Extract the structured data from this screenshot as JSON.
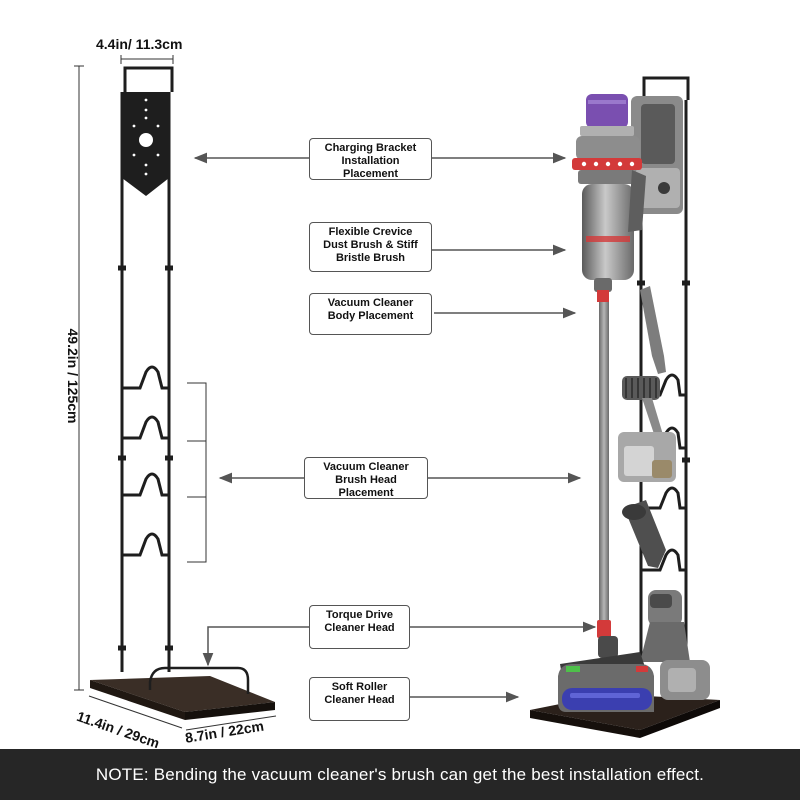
{
  "dimensions": {
    "width": "4.4in/ 11.3cm",
    "height": "49.2in / 125cm",
    "base_width": "11.4in / 29cm",
    "base_depth": "8.7in / 22cm"
  },
  "callouts": {
    "charging": [
      "Charging Bracket",
      "Installation Placement"
    ],
    "crevice": [
      "Flexible Crevice",
      "Dust Brush & Stiff",
      "Bristle Brush"
    ],
    "body": [
      "Vacuum Cleaner",
      "Body Placement"
    ],
    "brush_head": [
      "Vacuum Cleaner",
      "Brush Head Placement"
    ],
    "torque": [
      "Torque Drive",
      "Cleaner Head"
    ],
    "soft_roller": [
      "Soft Roller",
      "Cleaner Head"
    ]
  },
  "note": "NOTE: Bending the vacuum cleaner's brush can get the best installation effect.",
  "colors": {
    "stand": "#1e1e1e",
    "arrow": "#555555",
    "note_bar": "#262626",
    "vacuum_purple": "#7a4fb0",
    "vacuum_red": "#d33a3a",
    "vacuum_grey": "#8d8d8d"
  }
}
